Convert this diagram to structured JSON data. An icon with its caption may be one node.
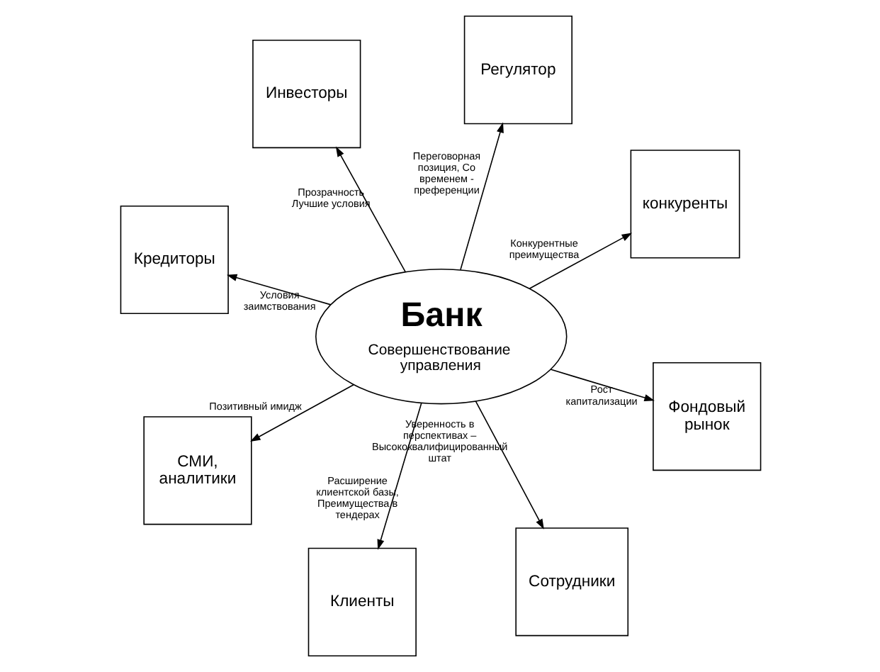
{
  "diagram": {
    "nodes": [
      {
        "text": [
          "Кредиторы"
        ]
      },
      {
        "text": [
          "конкуренты"
        ]
      },
      {
        "text": [
          "Сотрудники"
        ]
      },
      {
        "text": [
          "Регулятор"
        ]
      },
      {
        "text": [
          "Банк",
          "Совершенствование управления"
        ]
      },
      {
        "text": [
          "Инвесторы"
        ]
      },
      {
        "text": [
          "СМИ, аналитики"
        ]
      },
      {
        "text": [
          "Фондовый рынок"
        ]
      },
      {
        "text": [
          "Клиенты"
        ]
      }
    ],
    "edges": [
      {
        "from": 4,
        "to": 0,
        "arrow": "to",
        "label": "Условия заимствования"
      },
      {
        "from": 4,
        "to": 1,
        "arrow": "to",
        "label": "Конкурентные преимущества"
      },
      {
        "from": 4,
        "to": 2,
        "arrow": "to",
        "label": "Уверенность в перспективах – Высококвалифицированный штат"
      },
      {
        "from": 4,
        "to": 3,
        "arrow": "to",
        "label": "Переговорная позиция, Со временем - преференции"
      },
      {
        "from": 4,
        "to": 5,
        "arrow": "to",
        "label": "Прозрачность Лучшие условия"
      },
      {
        "from": 4,
        "to": 6,
        "arrow": "to",
        "label": "Позитивный имидж"
      },
      {
        "from": 4,
        "to": 7,
        "arrow": "to",
        "label": "Рост капитализации"
      },
      {
        "from": 4,
        "to": 8,
        "arrow": "to",
        "label": "Расширение клиентской базы, Преимущества в тендерах"
      }
    ]
  }
}
